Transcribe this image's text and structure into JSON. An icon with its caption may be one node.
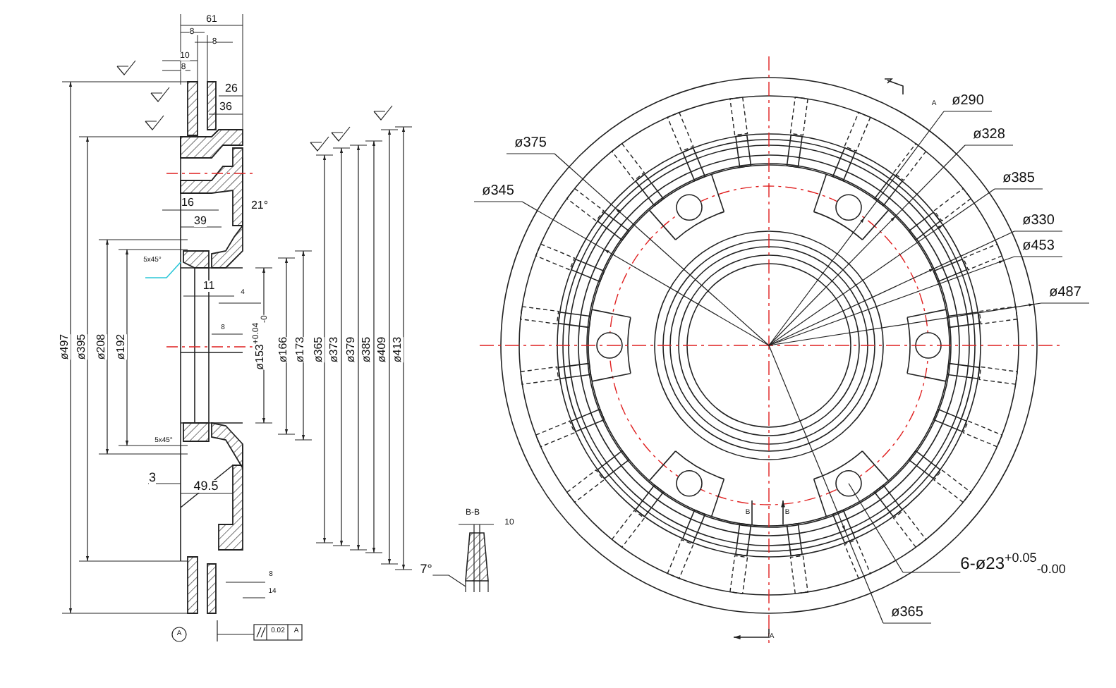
{
  "diagram": {
    "labels": [
      "61",
      "8",
      "8",
      "10",
      "8",
      "26",
      "36",
      "16",
      "39",
      "21°",
      "5x45°",
      "11",
      "4",
      "8",
      "ø497",
      "ø395",
      "ø208",
      "ø192",
      "ø153$^{+0.04}$$_{-0}$",
      "ø166",
      "ø173",
      "ø365",
      "ø373",
      "ø379",
      "ø385",
      "ø409",
      "ø413",
      "5x45°",
      "3",
      "49.5",
      "8",
      "14",
      "0.02",
      "A",
      "A",
      "B-B",
      "10",
      "7°",
      "A",
      "ø290",
      "ø328",
      "ø375",
      "ø385",
      "ø345",
      "ø330",
      "ø453",
      "ø487",
      "B",
      "B",
      "6-ø23$^{+0.05}$$_{-0.00}$",
      "ø365",
      "A"
    ]
  }
}
